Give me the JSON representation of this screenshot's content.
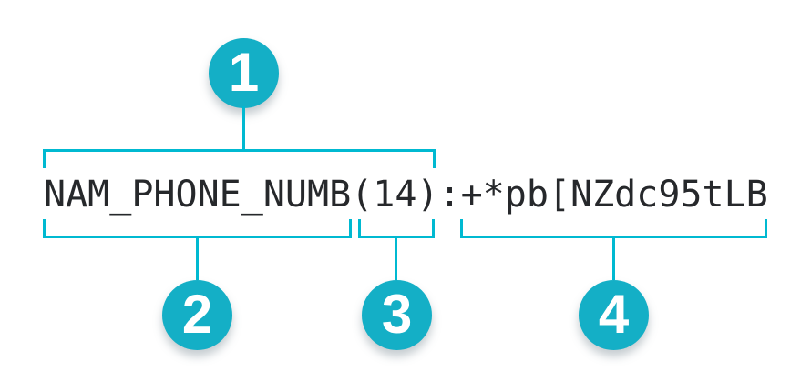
{
  "figure": {
    "code_line": {
      "full_text": "NAM_PHONE_NUMB(14):+*pb[NZdc95tLB",
      "segments": {
        "field_name": "NAM_PHONE_NUMB",
        "length": "(14)",
        "separator": ":",
        "value": "+*pb[NZdc95tLB"
      }
    },
    "callouts": [
      {
        "number": "1"
      },
      {
        "number": "2"
      },
      {
        "number": "3"
      },
      {
        "number": "4"
      }
    ],
    "colors": {
      "accent": "#00b9d1",
      "circle_fill": "#14afc6",
      "number_text": "#ffffff",
      "code_text": "#26282b",
      "background": "#ffffff"
    }
  }
}
